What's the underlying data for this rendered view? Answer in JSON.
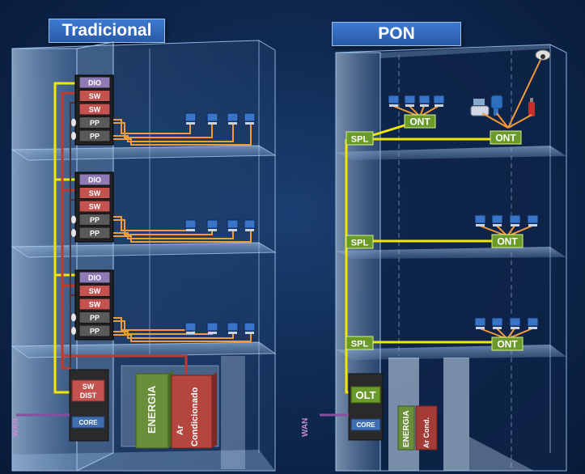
{
  "titles": {
    "traditional": "Tradicional",
    "pon": "PON"
  },
  "traditional": {
    "rack_labels": [
      "DIO",
      "SW",
      "SW",
      "PP",
      "PP"
    ],
    "sw_dist": [
      "SW",
      "DIST"
    ],
    "core": "CORE",
    "energia": "ENERGIA",
    "ar_condicionado": [
      "Ar",
      "Condicionado"
    ],
    "wan": "WAN"
  },
  "pon": {
    "spl": "SPL",
    "ont": "ONT",
    "olt": "OLT",
    "core": "CORE",
    "energia": "ENERGIA",
    "ar_cond": "Ar Cond.",
    "wan": "WAN"
  },
  "colors": {
    "fiber_yellow": "#f2e600",
    "copper_orange": "#f39b3c",
    "power_red": "#c0392b",
    "ont_green": "#6a9a2a",
    "sw_red": "#c4524f",
    "dio_purple": "#8e7bb6",
    "pp_gray": "#5a5a5a"
  }
}
